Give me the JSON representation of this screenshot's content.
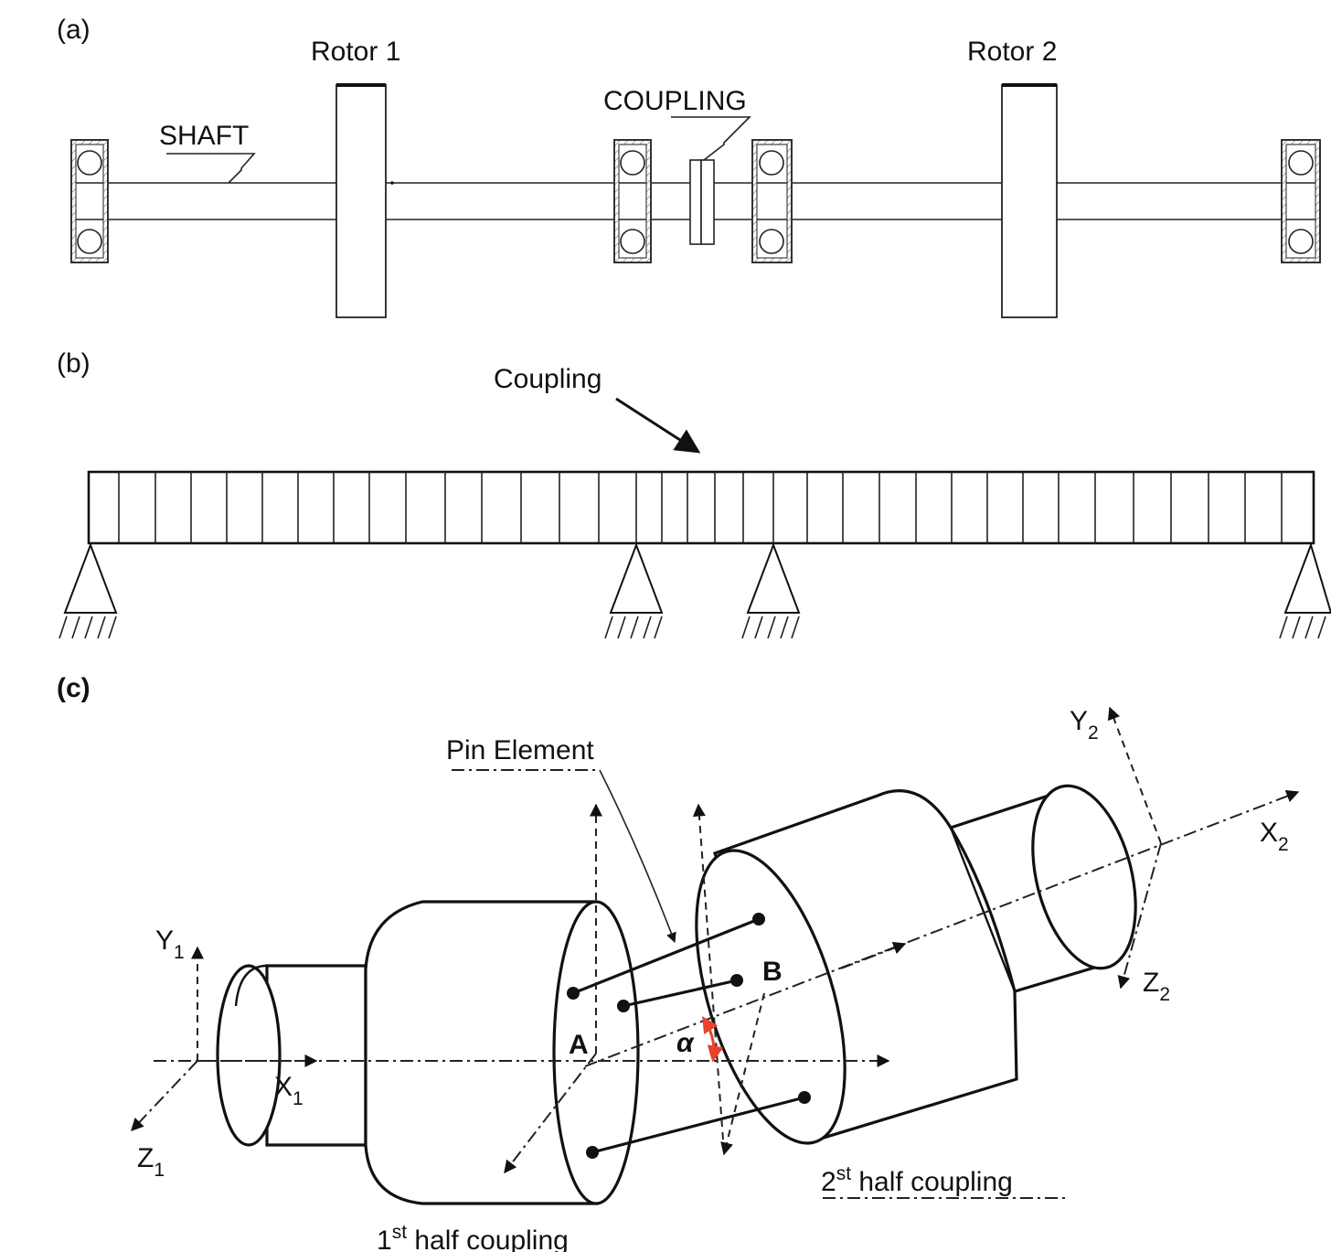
{
  "panels": {
    "a": {
      "tag": "(a)",
      "rotor1": "Rotor 1",
      "rotor2": "Rotor 2",
      "shaft": "SHAFT",
      "coupling": "COUPLING"
    },
    "b": {
      "tag": "(b)",
      "coupling": "Coupling"
    },
    "c": {
      "tag": "(c)",
      "pin_element": "Pin Element",
      "point_a": "A",
      "point_b": "B",
      "alpha": "α",
      "y1": "Y",
      "y1_sub": "1",
      "x1": "X",
      "x1_sub": "1",
      "z1": "Z",
      "z1_sub": "1",
      "y2": "Y",
      "y2_sub": "2",
      "x2": "X",
      "x2_sub": "2",
      "z2": "Z",
      "z2_sub": "2",
      "first_half_num": "1",
      "first_half_sup": "st",
      "first_half_text": " half coupling",
      "second_half_num": "2",
      "second_half_sup": "st",
      "second_half_text": " half coupling"
    }
  },
  "colors": {
    "angle_marker": "#e8412c",
    "line": "#111111"
  }
}
